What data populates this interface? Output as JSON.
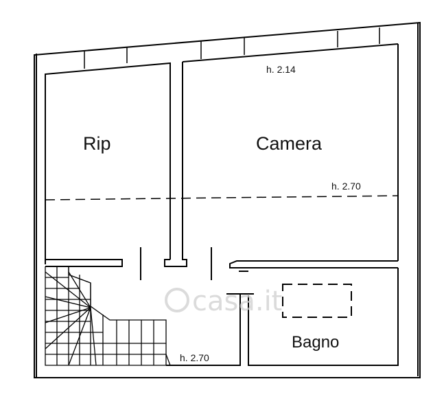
{
  "rooms": {
    "rip": "Rip",
    "camera": "Camera",
    "bagno": "Bagno"
  },
  "heights": {
    "camera_low": "h. 2.14",
    "camera_high": "h. 2.70",
    "corridor": "h. 2.70"
  },
  "watermark": "casa.it",
  "colors": {
    "wall": "#000000",
    "background": "#ffffff",
    "watermark": "#cfcfcf"
  }
}
